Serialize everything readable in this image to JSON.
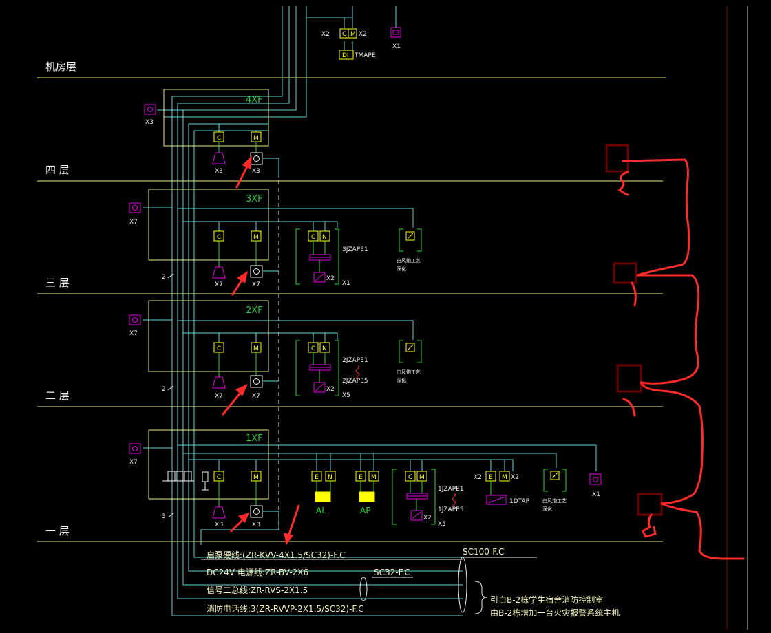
{
  "floors": {
    "machine_room": "机房层",
    "f4": "四 层",
    "f3": "三 层",
    "f2": "二 层",
    "f1": "一 层"
  },
  "zones": {
    "z4": "4XF",
    "z3": "3XF",
    "z2": "2XF",
    "z1": "1XF"
  },
  "top": {
    "x2_left": "X2",
    "c": "C",
    "m": "M",
    "x2_right": "X2",
    "x1": "X1",
    "module": "DI",
    "tmape": "TMAPE"
  },
  "modules": {
    "c": "C",
    "m": "M",
    "n": "N",
    "e": "E"
  },
  "counts": {
    "x3": "X3",
    "x7": "X7",
    "xb": "XB",
    "x1": "X1",
    "x2": "X2",
    "x5": "X5",
    "n2": "2",
    "n3": "3"
  },
  "ape": {
    "f3": "3JZAPE1",
    "f2a": "2JZAPE1",
    "f2b": "2JZAPE5",
    "f1a": "1JZAPE1",
    "f1b": "1JZAPE5"
  },
  "fan": {
    "line1": "由风炮工艺",
    "line2": "深化"
  },
  "panels": {
    "al": "AL",
    "ap": "AP",
    "dtap": "1DTAP"
  },
  "legend": {
    "start_pump": "启泵硬线:(ZR-KVV-4X1.5/SC32)-F.C",
    "dc24v": "DC24V 电源线:ZR-BV-2X6",
    "signal": "信号二总线:ZR-RVS-2X1.5",
    "phone": "消防电话线:3(ZR-RVVP-2X1.5/SC32)-F.C",
    "sc100": "SC100-F.C",
    "sc32": "SC32-F.C",
    "note1": "引自B-2栋学生宿舍消防控制室",
    "note2": "由B-2栋增加一台火灾报警系统主机"
  },
  "colors": {
    "background": "#000000",
    "bus_cyan": "#5cd6d6",
    "wire_green": "#2bd62b",
    "floor_line": "#e8e87a",
    "module_yellow": "#ffff00",
    "device_magenta": "#e000e0",
    "annotation_red": "#ff2a2a",
    "box_darkred": "#6e0000"
  }
}
